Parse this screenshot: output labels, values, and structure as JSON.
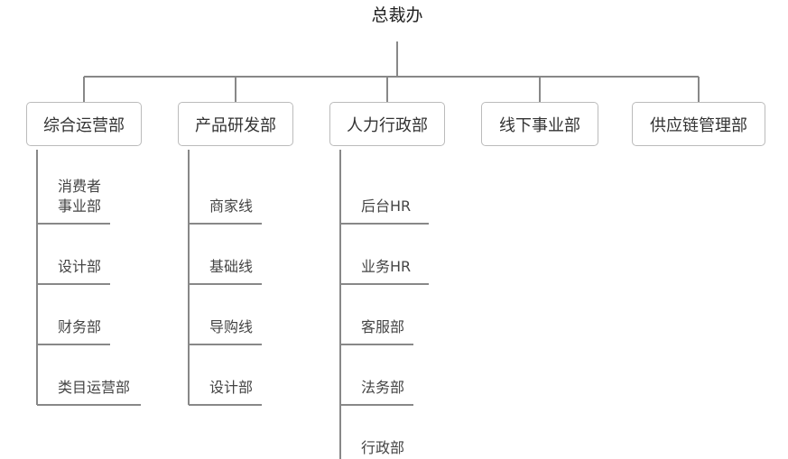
{
  "root": {
    "label": "总裁办"
  },
  "departments": [
    {
      "label": "综合运营部",
      "children": [
        "消费者\n事业部",
        "设计部",
        "财务部",
        "类目运营部"
      ]
    },
    {
      "label": "产品研发部",
      "children": [
        "商家线",
        "基础线",
        "导购线",
        "设计部"
      ]
    },
    {
      "label": "人力行政部",
      "children": [
        "后台HR",
        "业务HR",
        "客服部",
        "法务部",
        "行政部"
      ]
    },
    {
      "label": "线下事业部",
      "children": []
    },
    {
      "label": "供应链管理部",
      "children": []
    }
  ],
  "colors": {
    "line": "#888888",
    "border": "#bbbbbb",
    "text": "#333333"
  }
}
